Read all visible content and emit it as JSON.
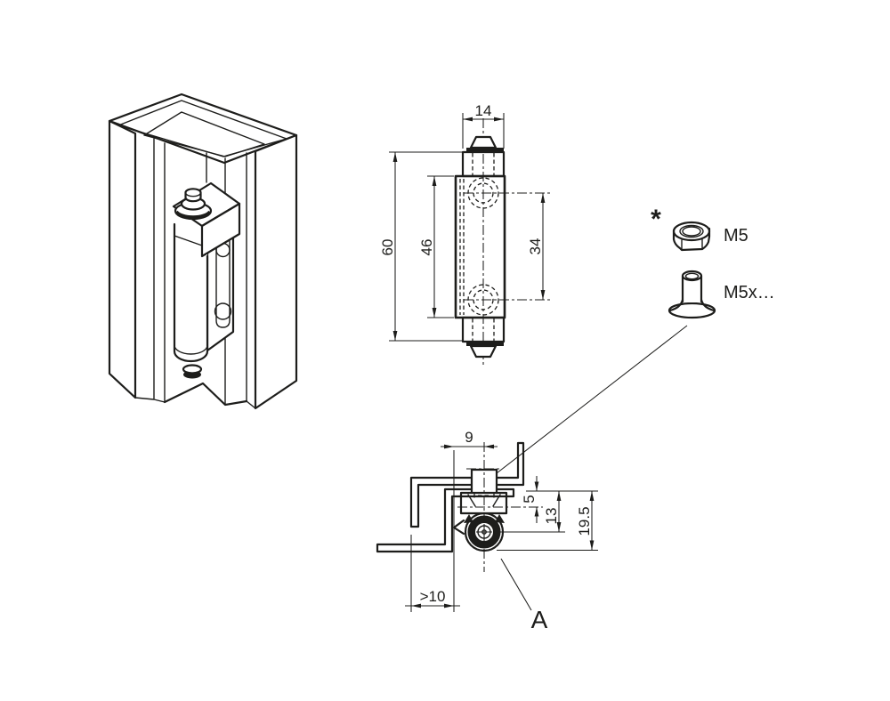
{
  "drawing_type": "technical-drawing",
  "front_view": {
    "dim_width": "14",
    "dim_total_height": "60",
    "dim_body_height": "46",
    "dim_hole_spacing": "34"
  },
  "side_view": {
    "dim_pivot_offset": "9",
    "dim_face_to_leaf": "5",
    "dim_face_to_pivot": "13",
    "dim_overall_depth": "19.5",
    "dim_min_clearance": ">10",
    "detail_label": "A"
  },
  "hardware": {
    "note_mark": "*",
    "nut_label": "M5",
    "screw_label": "M5x…"
  },
  "colors": {
    "line": "#1d1d1b",
    "background": "#ffffff"
  }
}
